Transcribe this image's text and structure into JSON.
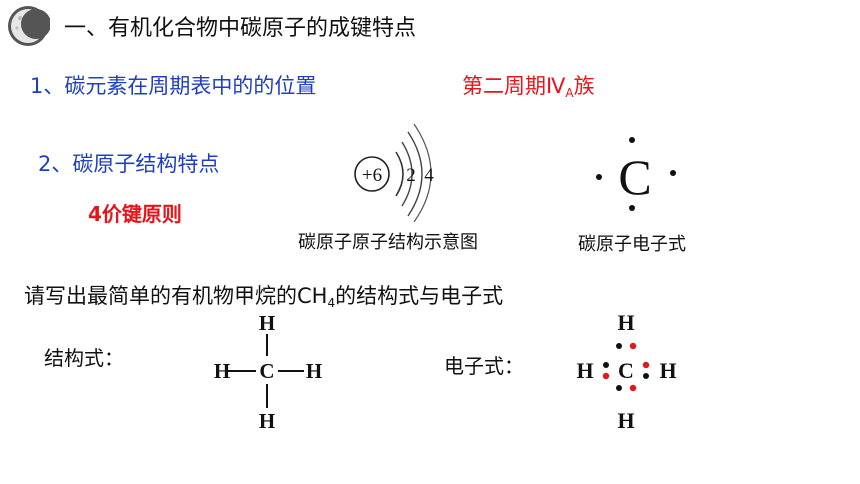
{
  "slide": {
    "title": "一、有机化合物中碳原子的成键特点",
    "item1_label": "1、碳元素在周期表中的的位置",
    "item1_answer_main": "第二周期Ⅳ",
    "item1_answer_sub": "A",
    "item1_answer_tail": "族",
    "item2_label": "2、碳原子结构特点",
    "bonding_rule": "4价键原则",
    "atom_diagram": {
      "nucleus": "+6",
      "shell1": "2",
      "shell2": "4"
    },
    "atom_diagram_caption": "碳原子原子结构示意图",
    "electron_dot_symbol": "C",
    "electron_dot_caption": "碳原子电子式",
    "question_pre": "请写出最简单的有机物甲烷的CH",
    "question_sub": "4",
    "question_post": "的结构式与电子式",
    "structural_formula_label": "结构式：",
    "structural_formula": {
      "center": "C",
      "top": "H",
      "bottom": "H",
      "left": "H",
      "right": "H"
    },
    "electron_formula_label": "电子式：",
    "electron_formula": {
      "center": "C",
      "top": "H",
      "bottom": "H",
      "left": "H",
      "right": "H"
    }
  },
  "colors": {
    "blue": "#1f3fbf",
    "red": "#e8141b",
    "text": "#111111"
  },
  "icons": {
    "logo": "moon-logo-icon"
  }
}
